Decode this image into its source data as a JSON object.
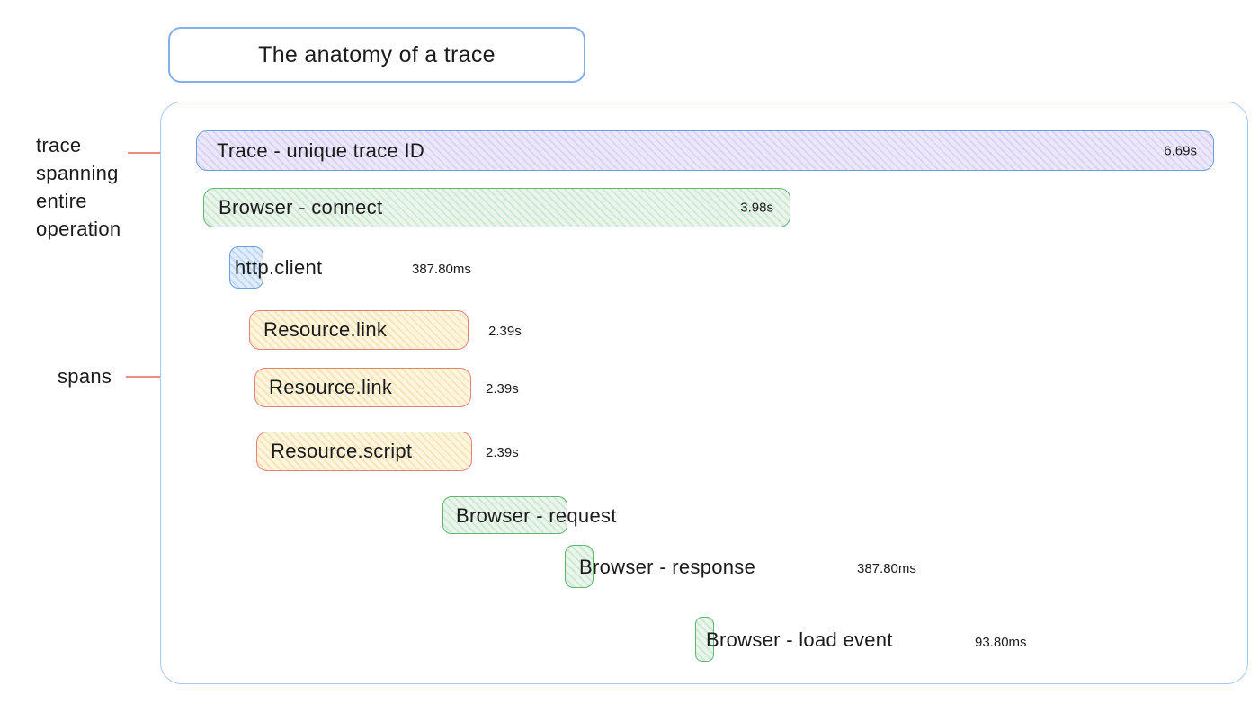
{
  "title": "The anatomy of a trace",
  "annotations": {
    "trace_note": "trace\nspanning\nentire\noperation",
    "spans_note": "spans"
  },
  "trace": {
    "label": "Trace - unique trace ID",
    "duration": "6.69s"
  },
  "spans": [
    {
      "label": "Browser - connect",
      "duration": "3.98s",
      "color": "green"
    },
    {
      "label": "http.client",
      "duration": "387.80ms",
      "color": "blue"
    },
    {
      "label": "Resource.link",
      "duration": "2.39s",
      "color": "yellow"
    },
    {
      "label": "Resource.link",
      "duration": "2.39s",
      "color": "yellow"
    },
    {
      "label": "Resource.script",
      "duration": "2.39s",
      "color": "yellow"
    },
    {
      "label": "Browser - request",
      "duration": "",
      "color": "green"
    },
    {
      "label": "Browser - response",
      "duration": "387.80ms",
      "color": "green"
    },
    {
      "label": "Browser - load event",
      "duration": "93.80ms",
      "color": "green"
    }
  ],
  "colors": {
    "title_border": "#82b0e8",
    "container_border": "#a9c9ef",
    "bar_blue_border": "#6c9fe3",
    "lavender_fill": "#ece8fa",
    "lavender_hatch": "rgba(130,110,215,0.16)",
    "green_border": "#5fb573",
    "green_fill": "#eaf6ec",
    "green_hatch": "rgba(70,160,90,0.16)",
    "yellow_fill": "#fdf5dd",
    "yellow_hatch": "rgba(225,175,70,0.22)",
    "red_border": "#e4837b",
    "blue_fill": "#e1edfb",
    "blue_hatch": "rgba(80,140,220,0.22)",
    "annotation_red": "#ea8d88",
    "text": "#1b1b1b"
  }
}
